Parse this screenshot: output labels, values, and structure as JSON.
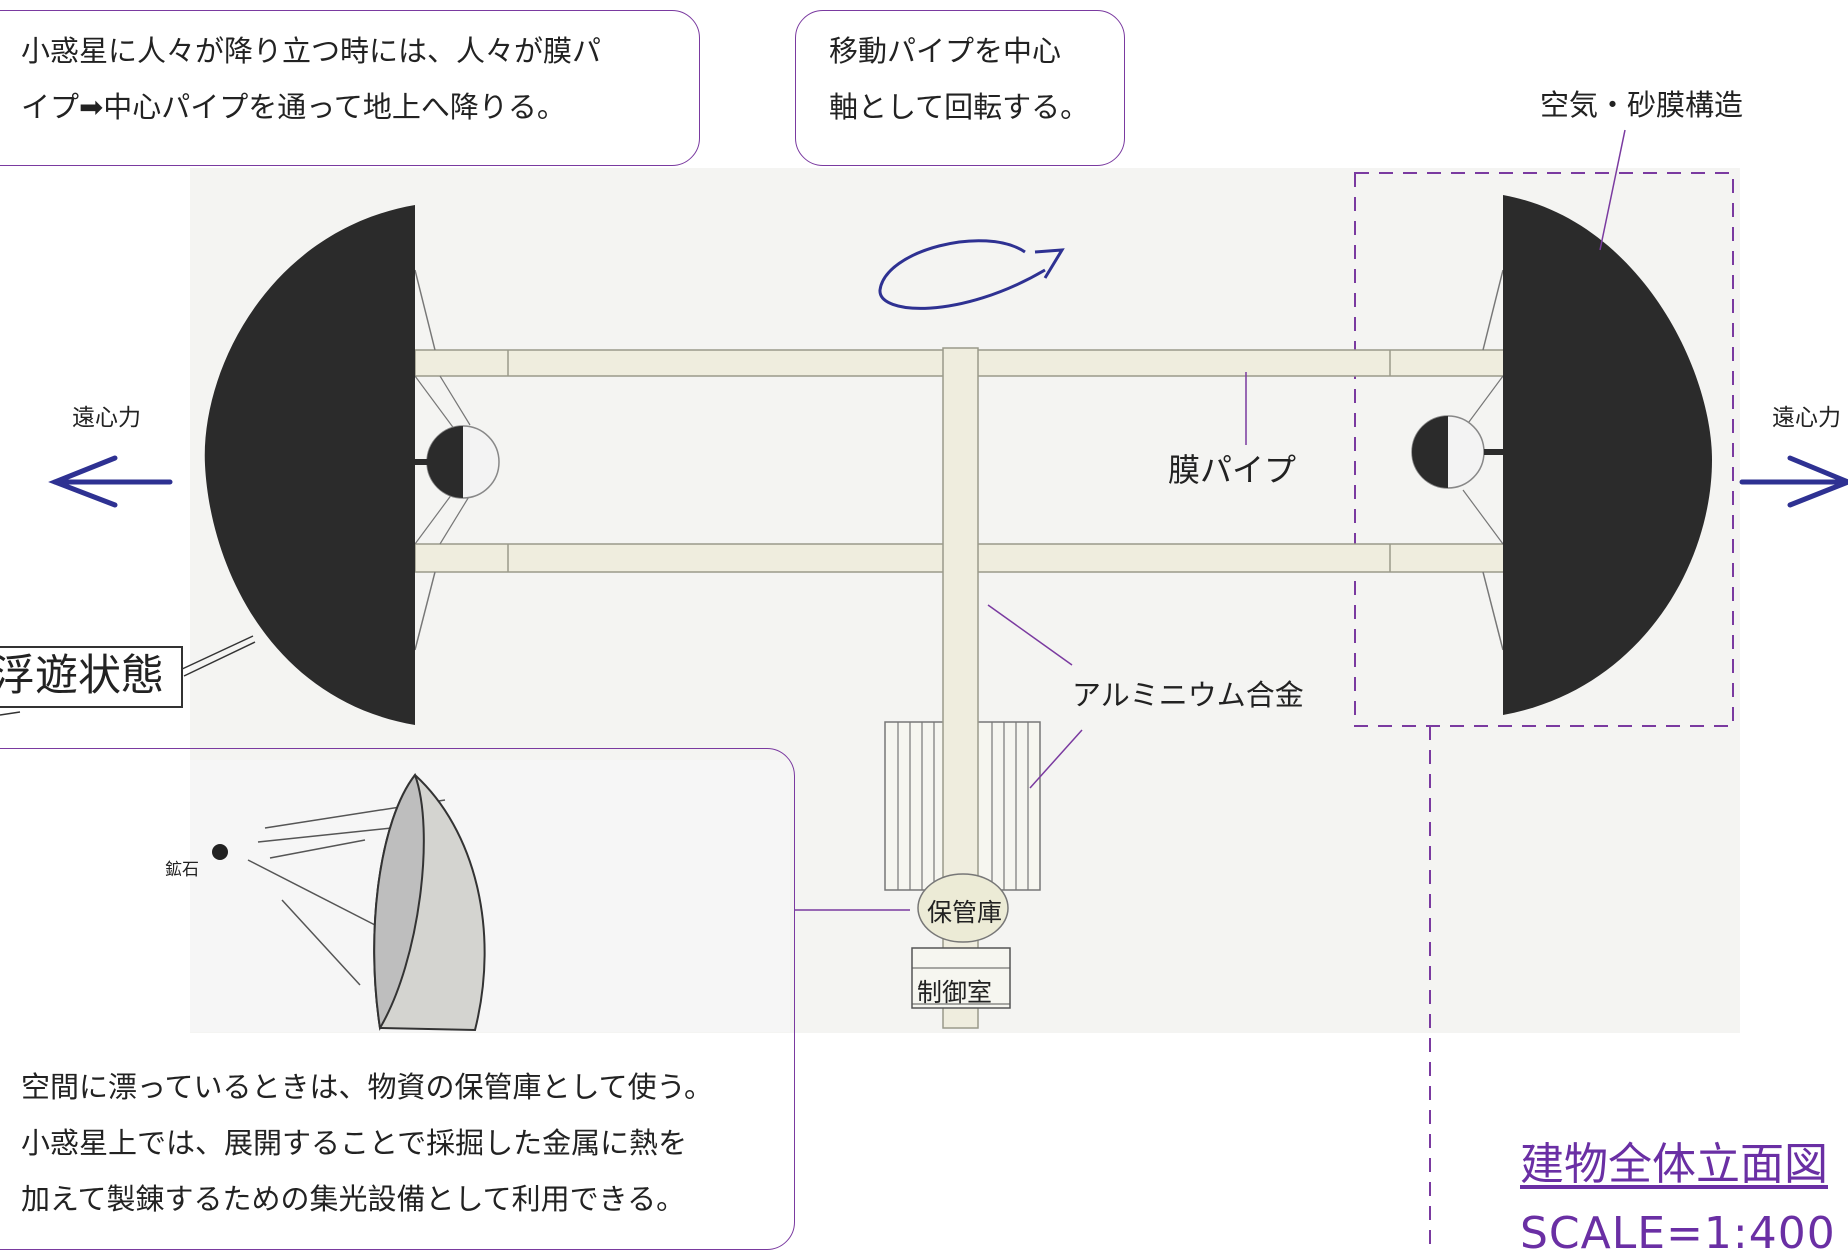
{
  "callouts": {
    "landing": {
      "line1": "小惑星に人々が降り立つ時には、人々が膜パ",
      "line2": "イプ➡中心パイプを通って地上へ降りる。"
    },
    "rotation": {
      "line1": "移動パイプを中心",
      "line2": "軸として回転する。"
    },
    "reflector": {
      "line1": "空間に漂っているときは、物資の保管庫として使う。",
      "line2": "小惑星上では、展開することで採掘した金属に熱を",
      "line3": "加えて製錬するための集光設備として利用できる。"
    }
  },
  "labels": {
    "air_sand_membrane": "空気・砂膜構造",
    "centrifugal_left": "遠心力",
    "centrifugal_right": "遠心力",
    "membrane_pipe": "膜パイプ",
    "aluminum_alloy": "アルミニウム合金",
    "floating_state": "浮遊状態",
    "ore": "鉱石",
    "storage": "保管庫",
    "control_room": "制御室"
  },
  "title": {
    "text": "建物全体立面図",
    "scale": "SCALE=1:400"
  },
  "colors": {
    "callout_border": "#7a3aa0",
    "title": "#6a2fa4",
    "arrow": "#2e3192",
    "dome": "#2b2b2b",
    "pipe": "#efedde",
    "paper": "#f4f4f4"
  }
}
